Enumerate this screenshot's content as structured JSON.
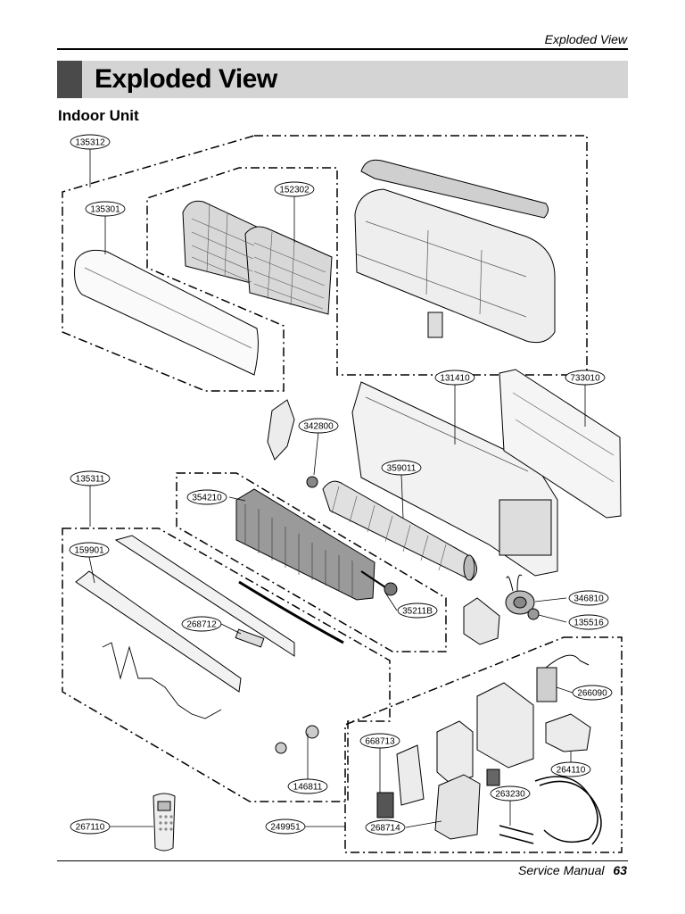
{
  "header": {
    "section_label": "Exploded View"
  },
  "title": "Exploded View",
  "subtitle": "Indoor Unit",
  "footer": {
    "label": "Service Manual",
    "page_number": "63"
  },
  "parts": [
    {
      "id": "p-135312",
      "code": "135312"
    },
    {
      "id": "p-135301",
      "code": "135301"
    },
    {
      "id": "p-152302",
      "code": "152302"
    },
    {
      "id": "p-131410",
      "code": "131410"
    },
    {
      "id": "p-733010",
      "code": "733010"
    },
    {
      "id": "p-342800",
      "code": "342800"
    },
    {
      "id": "p-359011",
      "code": "359011"
    },
    {
      "id": "p-135311",
      "code": "135311"
    },
    {
      "id": "p-354210",
      "code": "354210"
    },
    {
      "id": "p-159901",
      "code": "159901"
    },
    {
      "id": "p-268712",
      "code": "268712"
    },
    {
      "id": "p-35211B",
      "code": "35211B"
    },
    {
      "id": "p-346810",
      "code": "346810"
    },
    {
      "id": "p-135516",
      "code": "135516"
    },
    {
      "id": "p-266090",
      "code": "266090"
    },
    {
      "id": "p-668713",
      "code": "668713"
    },
    {
      "id": "p-264110",
      "code": "264110"
    },
    {
      "id": "p-263230",
      "code": "263230"
    },
    {
      "id": "p-146811",
      "code": "146811"
    },
    {
      "id": "p-267110",
      "code": "267110"
    },
    {
      "id": "p-249951",
      "code": "249951"
    },
    {
      "id": "p-268714",
      "code": "268714"
    }
  ]
}
